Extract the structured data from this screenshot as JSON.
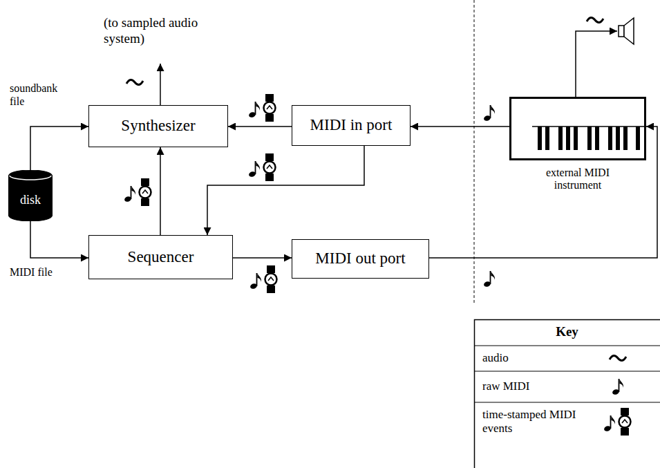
{
  "diagram": {
    "nodes": [
      {
        "text": [
          "Synthesizer"
        ]
      },
      {
        "text": [
          "MIDI in port"
        ]
      },
      {
        "text": [
          "external MIDI instrument"
        ]
      },
      {
        "text": [
          "disk"
        ]
      },
      {
        "text": [
          "Sequencer"
        ]
      },
      {
        "text": [
          "MIDI out port"
        ]
      }
    ],
    "edges": [
      {
        "from": 2,
        "to": 1,
        "arrow": "to"
      },
      {
        "from": 1,
        "to": 0,
        "arrow": "to"
      },
      {
        "from": 1,
        "to": 4,
        "arrow": "to"
      },
      {
        "from": 4,
        "to": 0,
        "arrow": "to"
      },
      {
        "from": 3,
        "to": 0,
        "label": "soundbank file",
        "arrow": "to"
      },
      {
        "from": 3,
        "to": 4,
        "label": "MIDI file",
        "arrow": "to"
      },
      {
        "from": 4,
        "to": 5,
        "arrow": "to"
      },
      {
        "from": 5,
        "to": 2,
        "arrow": "to"
      }
    ],
    "labels": [
      "(to sampled audio system)",
      "Key"
    ],
    "legend": [
      {
        "text": "audio"
      },
      {
        "text": "raw MIDI"
      },
      {
        "text": "time-stamped MIDI events"
      }
    ]
  }
}
